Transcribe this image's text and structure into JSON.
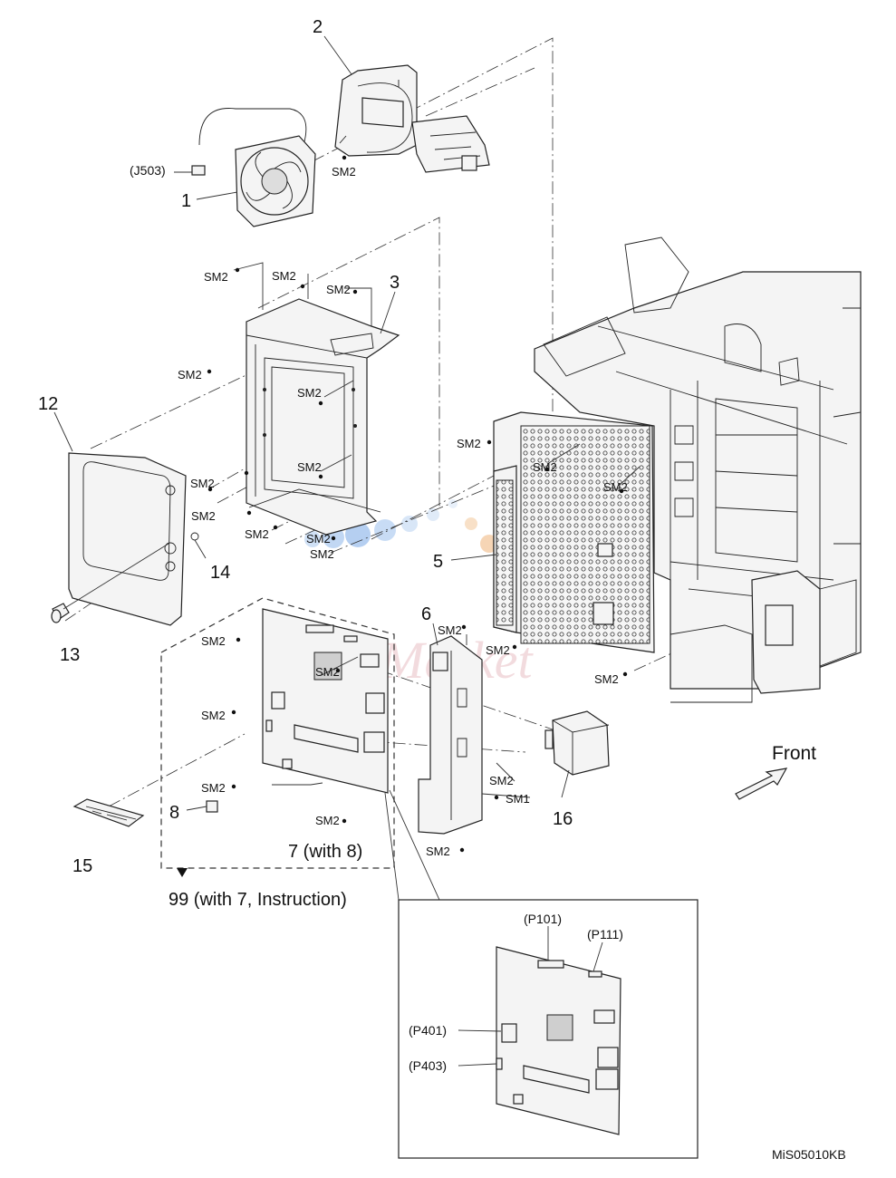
{
  "drawing_id": "MiS05010KB",
  "watermark": "ink-Market",
  "front_label": "Front",
  "callouts": {
    "c1": "1",
    "c2": "2",
    "c3": "3",
    "c5": "5",
    "c6": "6",
    "c7": "7 (with 8)",
    "c8": "8",
    "c12": "12",
    "c13": "13",
    "c14": "14",
    "c15": "15",
    "c16": "16",
    "c99": "99 (with 7, Instruction)"
  },
  "connectors": {
    "j503": "(J503)",
    "p101": "(P101)",
    "p111": "(P111)",
    "p401": "(P401)",
    "p403": "(P403)"
  },
  "screws": {
    "sm2": "SM2",
    "sm1": "SM1"
  }
}
